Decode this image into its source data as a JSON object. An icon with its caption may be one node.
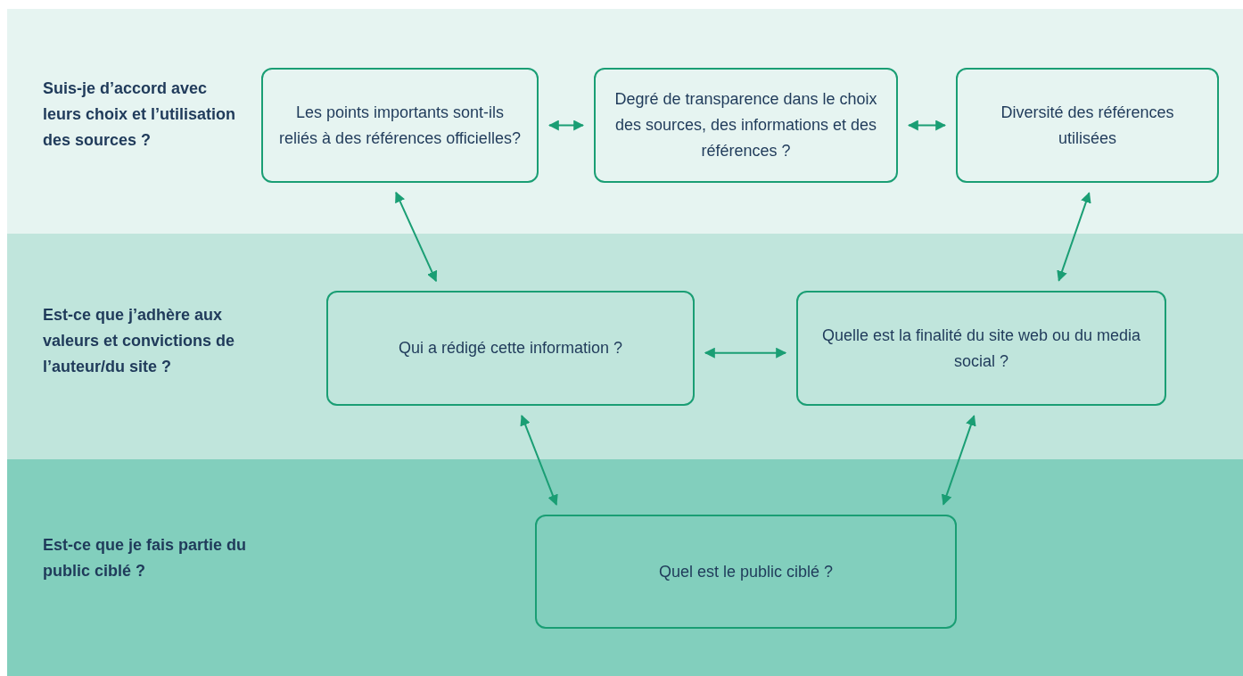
{
  "diagram": {
    "nodes": [
      {
        "text": [
          "Suis-je d’accord avec leurs choix et l’utilisation des sources ?"
        ]
      },
      {
        "text": [
          "Les points importants sont-ils reliés à des références officielles?"
        ],
        "in": 0
      },
      {
        "text": [
          "Degré de transparence dans le choix des sources, des informations et des références ?"
        ],
        "in": 0
      },
      {
        "text": [
          "Diversité des références utilisées"
        ],
        "in": 0
      },
      {
        "text": [
          "Est-ce que j’adhère aux valeurs et convictions de l’auteur/du site ?"
        ]
      },
      {
        "text": [
          "Qui a rédigé cette information ?"
        ],
        "in": 4
      },
      {
        "text": [
          "Quelle est la finalité du site web ou du media social ?"
        ],
        "in": 4
      },
      {
        "text": [
          "Est-ce que je fais partie du public ciblé ?"
        ]
      },
      {
        "text": [
          "Quel est le public ciblé ?"
        ],
        "in": 7
      }
    ],
    "edges": [
      {
        "from": 1,
        "to": 2,
        "arrow": "both"
      },
      {
        "from": 2,
        "to": 3,
        "arrow": "both"
      },
      {
        "from": 1,
        "to": 5,
        "arrow": "both"
      },
      {
        "from": 3,
        "to": 6,
        "arrow": "both"
      },
      {
        "from": 5,
        "to": 6,
        "arrow": "both"
      },
      {
        "from": 5,
        "to": 8,
        "arrow": "both"
      },
      {
        "from": 6,
        "to": 8,
        "arrow": "both"
      }
    ]
  }
}
